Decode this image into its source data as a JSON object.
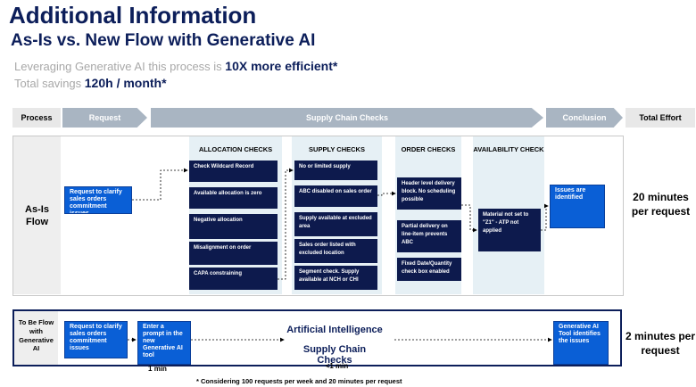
{
  "title": "Additional Information",
  "subtitle": "As-Is vs. New Flow with Generative AI",
  "efficiency": {
    "prefix": "Leveraging Generative AI this process is ",
    "value": "10X more efficient*"
  },
  "savings": {
    "prefix": "Total savings ",
    "value": "120h / month*"
  },
  "header": {
    "process": "Process",
    "request": "Request",
    "supply_chain_checks": "Supply Chain Checks",
    "conclusion": "Conclusion",
    "total_effort": "Total Effort"
  },
  "as_is": {
    "label_line1": "As-Is",
    "label_line2": "Flow",
    "request_box": "Request to clarify sales orders commitment issues",
    "columns": {
      "allocation": "ALLOCATION CHECKS",
      "supply": "SUPPLY CHECKS",
      "order": "ORDER CHECKS",
      "availability": "AVAILABILITY CHECK"
    },
    "allocation_items": [
      "Check Wildcard Record",
      "Available allocation is zero",
      "Negative allocation",
      "Misalignment on order",
      "CAPA constraining"
    ],
    "supply_items": [
      "No or limited supply",
      "ABC disabled on sales order",
      "Supply available at excluded area",
      "Sales order listed with excluded location",
      "Segment check. Supply available at NCH or CHI"
    ],
    "order_items": [
      "Header level delivery block. No scheduling possible",
      "Partial delivery on line-item prevents ABC",
      "Fixed Date/Quantity check box enabled"
    ],
    "availability_item": "Material not set to \"Z1\" - ATP not applied",
    "conclusion_box": "Issues are identified",
    "effort_line1": "20 minutes",
    "effort_line2": "per request"
  },
  "to_be": {
    "label_line1": "To Be Flow",
    "label_line2": "with",
    "label_line3": "Generative",
    "label_line4": "AI",
    "request_box": "Request to clarify sales orders commitment issues",
    "prompt_box": "Enter a prompt in the new Generative AI tool",
    "prompt_time": "1 min",
    "ai_line1": "Artificial Intelligence",
    "ai_line2": "Supply Chain Checks",
    "ai_time": "<1 min",
    "conclusion_box": "Generative AI Tool identifies the issues",
    "effort_line1": "2 minutes per",
    "effort_line2": "request"
  },
  "footnote": "* Considering 100 requests per week and 20 minutes per request"
}
